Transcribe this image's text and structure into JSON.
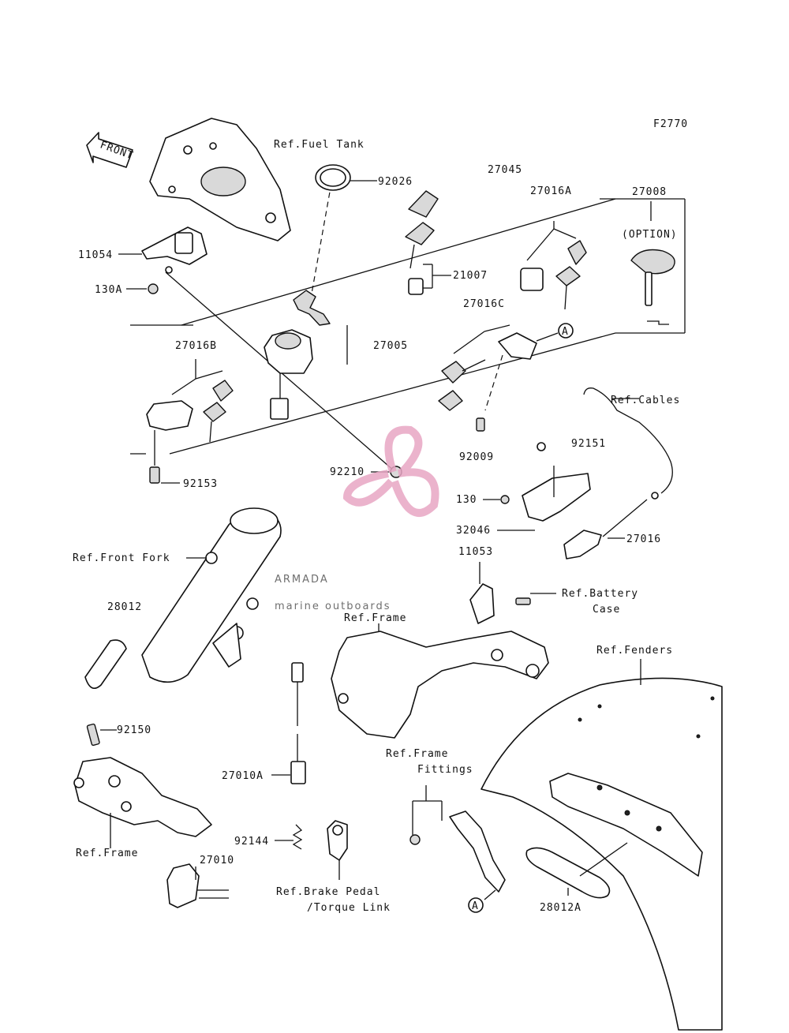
{
  "figure_code": "F2770",
  "front_arrow": "FRONT",
  "callouts": {
    "ref_fuel_tank": "Ref.Fuel Tank",
    "p92026": "92026",
    "p27045": "27045",
    "p27008": "27008",
    "option": "(OPTION)",
    "p27016A": "27016A",
    "p11054": "11054",
    "p130A": "130A",
    "p21007": "21007",
    "p27016C": "27016C",
    "p27016B": "27016B",
    "p27005": "27005",
    "marker_a1": "A",
    "ref_cables": "Ref.Cables",
    "p92151": "92151",
    "p92009": "92009",
    "p92210": "92210",
    "p92153": "92153",
    "p130": "130",
    "p32046": "32046",
    "p27016": "27016",
    "p11053": "11053",
    "ref_front_fork": "Ref.Front Fork",
    "ref_battery_case_1": "Ref.Battery",
    "ref_battery_case_2": "Case",
    "p28012": "28012",
    "ref_frame_mid": "Ref.Frame",
    "ref_fenders": "Ref.Fenders",
    "p92150": "92150",
    "ref_frame_fittings_1": "Ref.Frame",
    "ref_frame_fittings_2": "Fittings",
    "p27010A": "27010A",
    "p92144": "92144",
    "ref_frame_low": "Ref.Frame",
    "p27010": "27010",
    "ref_brake_1": "Ref.Brake Pedal",
    "ref_brake_2": "/Torque Link",
    "marker_a2": "A",
    "p28012A": "28012A"
  },
  "watermark": {
    "brand": "ARMADA",
    "tagline": "marine outboards",
    "logo_color": "#e8a6c4",
    "text_color": "#555555"
  }
}
